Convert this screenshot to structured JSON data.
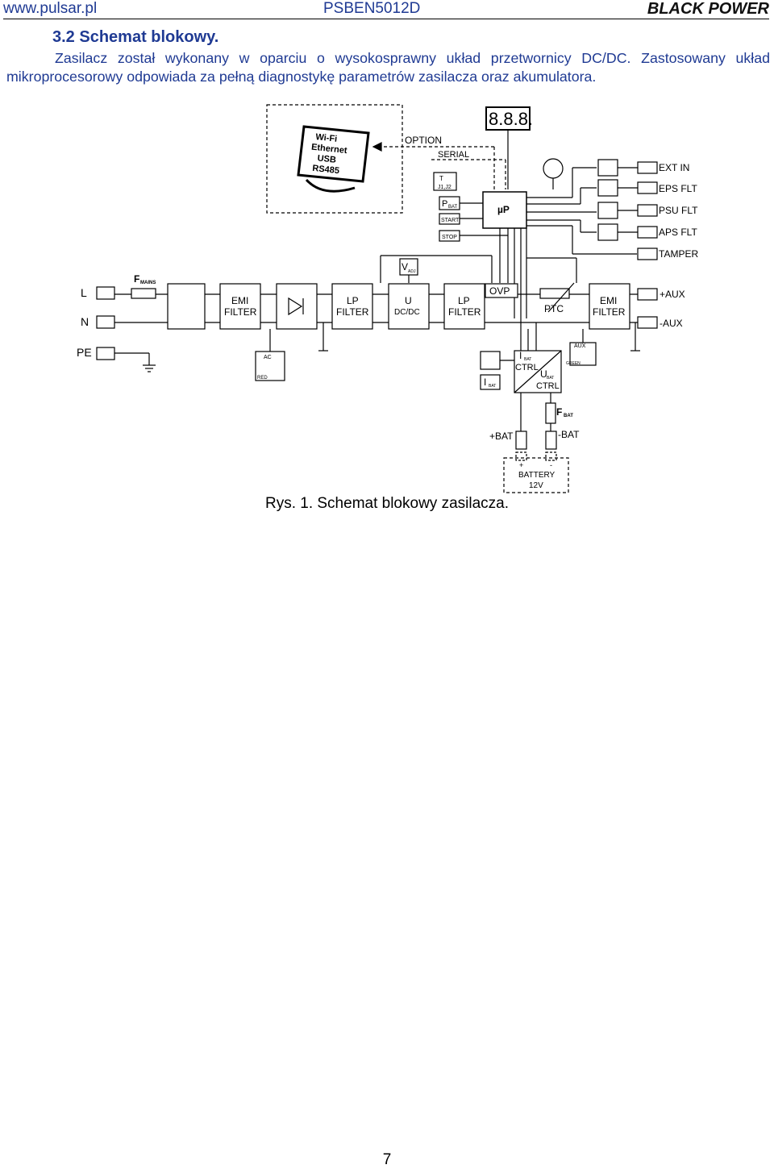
{
  "header": {
    "website": "www.pulsar.pl",
    "model": "PSBEN5012D",
    "series": "BLACK POWER"
  },
  "section": {
    "title": "3.2 Schemat blokowy.",
    "paragraph": "Zasilacz został wykonany w oparciu o wysokosprawny układ przetwornicy DC/DC. Zastosowany układ mikroprocesorowy odpowiada za pełną diagnostykę parametrów zasilacza oraz akumulatora."
  },
  "diagram": {
    "option_panel": [
      "Wi-Fi",
      "Ethernet",
      "USB",
      "RS485"
    ],
    "option_label": "OPTION",
    "serial_label": "SERIAL",
    "display_digits": "8.8.8.",
    "up_label": "µP",
    "buttons": {
      "tamper": "J1,J2",
      "pbat": "P",
      "pbat_sub": "BAT",
      "start": "START",
      "stop": "STOP",
      "t_label": "T"
    },
    "outputs": [
      "EXT IN",
      "EPS FLT",
      "PSU FLT",
      "APS FLT",
      "TAMPER"
    ],
    "inputs": {
      "l": "L",
      "n": "N",
      "pe": "PE"
    },
    "fuse": {
      "label": "F",
      "sub": "MAINS"
    },
    "blocks": {
      "emi1": [
        "EMI",
        "FILTER"
      ],
      "lp1": [
        "LP",
        "FILTER"
      ],
      "dcdc": [
        "U",
        "DC/DC"
      ],
      "lp2": [
        "LP",
        "FILTER"
      ],
      "ovp": "OVP",
      "ptc": "PTC",
      "emi2": [
        "EMI",
        "FILTER"
      ]
    },
    "vadj": {
      "main": "V",
      "sub": "ADJ"
    },
    "aux_out": [
      "+AUX",
      "-AUX"
    ],
    "ac_led": {
      "label": "AC",
      "color": "RED"
    },
    "aux_led": {
      "label": "AUX",
      "color": "GREEN"
    },
    "ctrl": {
      "ibat": "I",
      "ibat_sub": "BAT",
      "ctrl1": "CTRL",
      "ubat": "U",
      "ubat_sub": "BAT",
      "ctrl2": "CTRL",
      "ibat_led": "I",
      "ibat_led_sub": "BAT"
    },
    "fbat": {
      "main": "F",
      "sub": "BAT"
    },
    "bat_terminals": [
      "+BAT",
      "-BAT"
    ],
    "battery": {
      "line1": "BATTERY",
      "line2": "12V",
      "plus": "+",
      "minus": "-"
    }
  },
  "figure": {
    "caption": "Rys. 1. Schemat blokowy zasilacza."
  },
  "footer": {
    "page_number": "7"
  }
}
